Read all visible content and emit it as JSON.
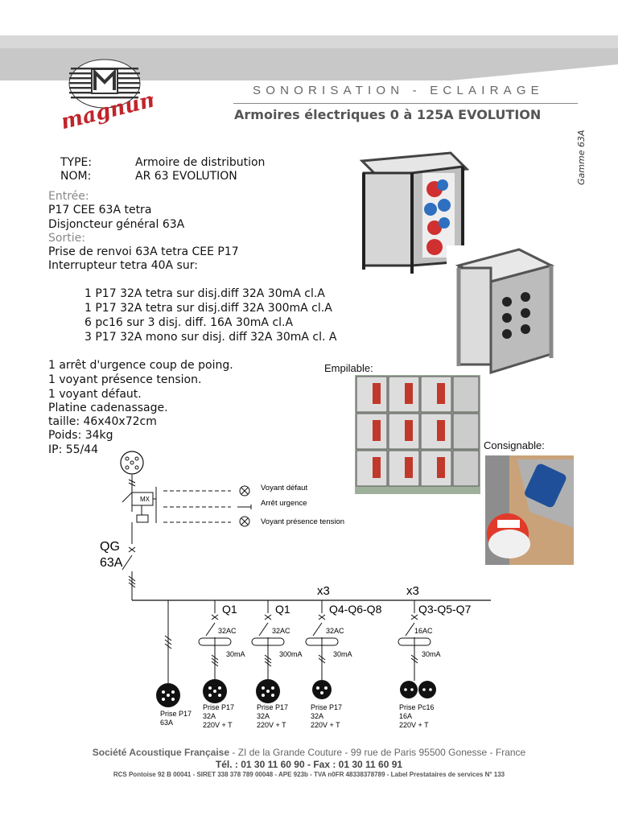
{
  "header": {
    "top_title": "SONORISATION - ECLAIRAGE",
    "subtitle": "Armoires électriques 0 à 125A EVOLUTION",
    "side_label": "Gamme 63A",
    "logo_text": "magnum"
  },
  "specs": {
    "type_label": "TYPE:",
    "type_value": "Armoire de distribution",
    "nom_label": "NOM:",
    "nom_value": "AR 63 EVOLUTION",
    "entree_label": "Entrée:",
    "entree_lines": [
      "P17 CEE 63A tetra",
      "Disjoncteur général 63A"
    ],
    "sortie_label": "Sortie:",
    "sortie_lines": [
      "Prise de renvoi 63A tetra CEE P17",
      "Interrupteur tetra 40A sur:"
    ],
    "outputs": [
      "1 P17 32A tetra  sur disj.diff 32A 30mA cl.A",
      "1 P17 32A tetra  sur disj.diff 32A 300mA cl.A",
      "6 pc16 sur 3 disj. diff. 16A 30mA cl.A",
      "3 P17 32A mono sur disj. diff 32A 30mA cl. A"
    ],
    "features": [
      "1 arrêt d'urgence coup de poing.",
      "1 voyant présence tension.",
      "1 voyant défaut.",
      "Platine cadenassage.",
      "taille: 46x40x72cm",
      "Poids: 34kg",
      "IP: 55/44"
    ]
  },
  "photos": {
    "empilable": "Empilable:",
    "consignable": "Consignable:"
  },
  "diagram": {
    "mx": "MX",
    "voyant_defaut": "Voyant défaut",
    "arret_urgence": "Arrêt urgence",
    "voyant_presence": "Voyant présence tension",
    "qg": "QG",
    "qg_rating": "63A",
    "branches": [
      {
        "multiplier": "",
        "breaker": "Q1",
        "rating": "32AC",
        "diff": "30mA",
        "socket": "Prise P17",
        "amp": "32A",
        "volt": "220V + T"
      },
      {
        "multiplier": "",
        "breaker": "Q1",
        "rating": "32AC",
        "diff": "300mA",
        "socket": "Prise P17",
        "amp": "32A",
        "volt": "220V + T"
      },
      {
        "multiplier": "x3",
        "breaker": "Q4-Q6-Q8",
        "rating": "32AC",
        "diff": "30mA",
        "socket": "Prise P17",
        "amp": "32A",
        "volt": "220V + T"
      },
      {
        "multiplier": "x3",
        "breaker": "Q3-Q5-Q7",
        "rating": "16AC",
        "diff": "30mA",
        "socket": "Prise Pc16",
        "amp": "16A",
        "volt": "220V + T"
      }
    ],
    "renvoi_socket": "Prise P17",
    "renvoi_amp": "63A"
  },
  "footer": {
    "line1_company": "Société Acoustique Française",
    "line1_address": " - ZI de la Grande Couture - 99 rue de Paris 95500 Gonesse - France",
    "line2": "Tél. : 01 30  11 60 90 - Fax : 01 30 11 60 91",
    "line3": "RCS Pontoise 92 B 00041 - SIRET 338 378 789 00048 - APE 923b - TVA n0FR 48338378789 - Label Prestataires de services N° 133"
  }
}
